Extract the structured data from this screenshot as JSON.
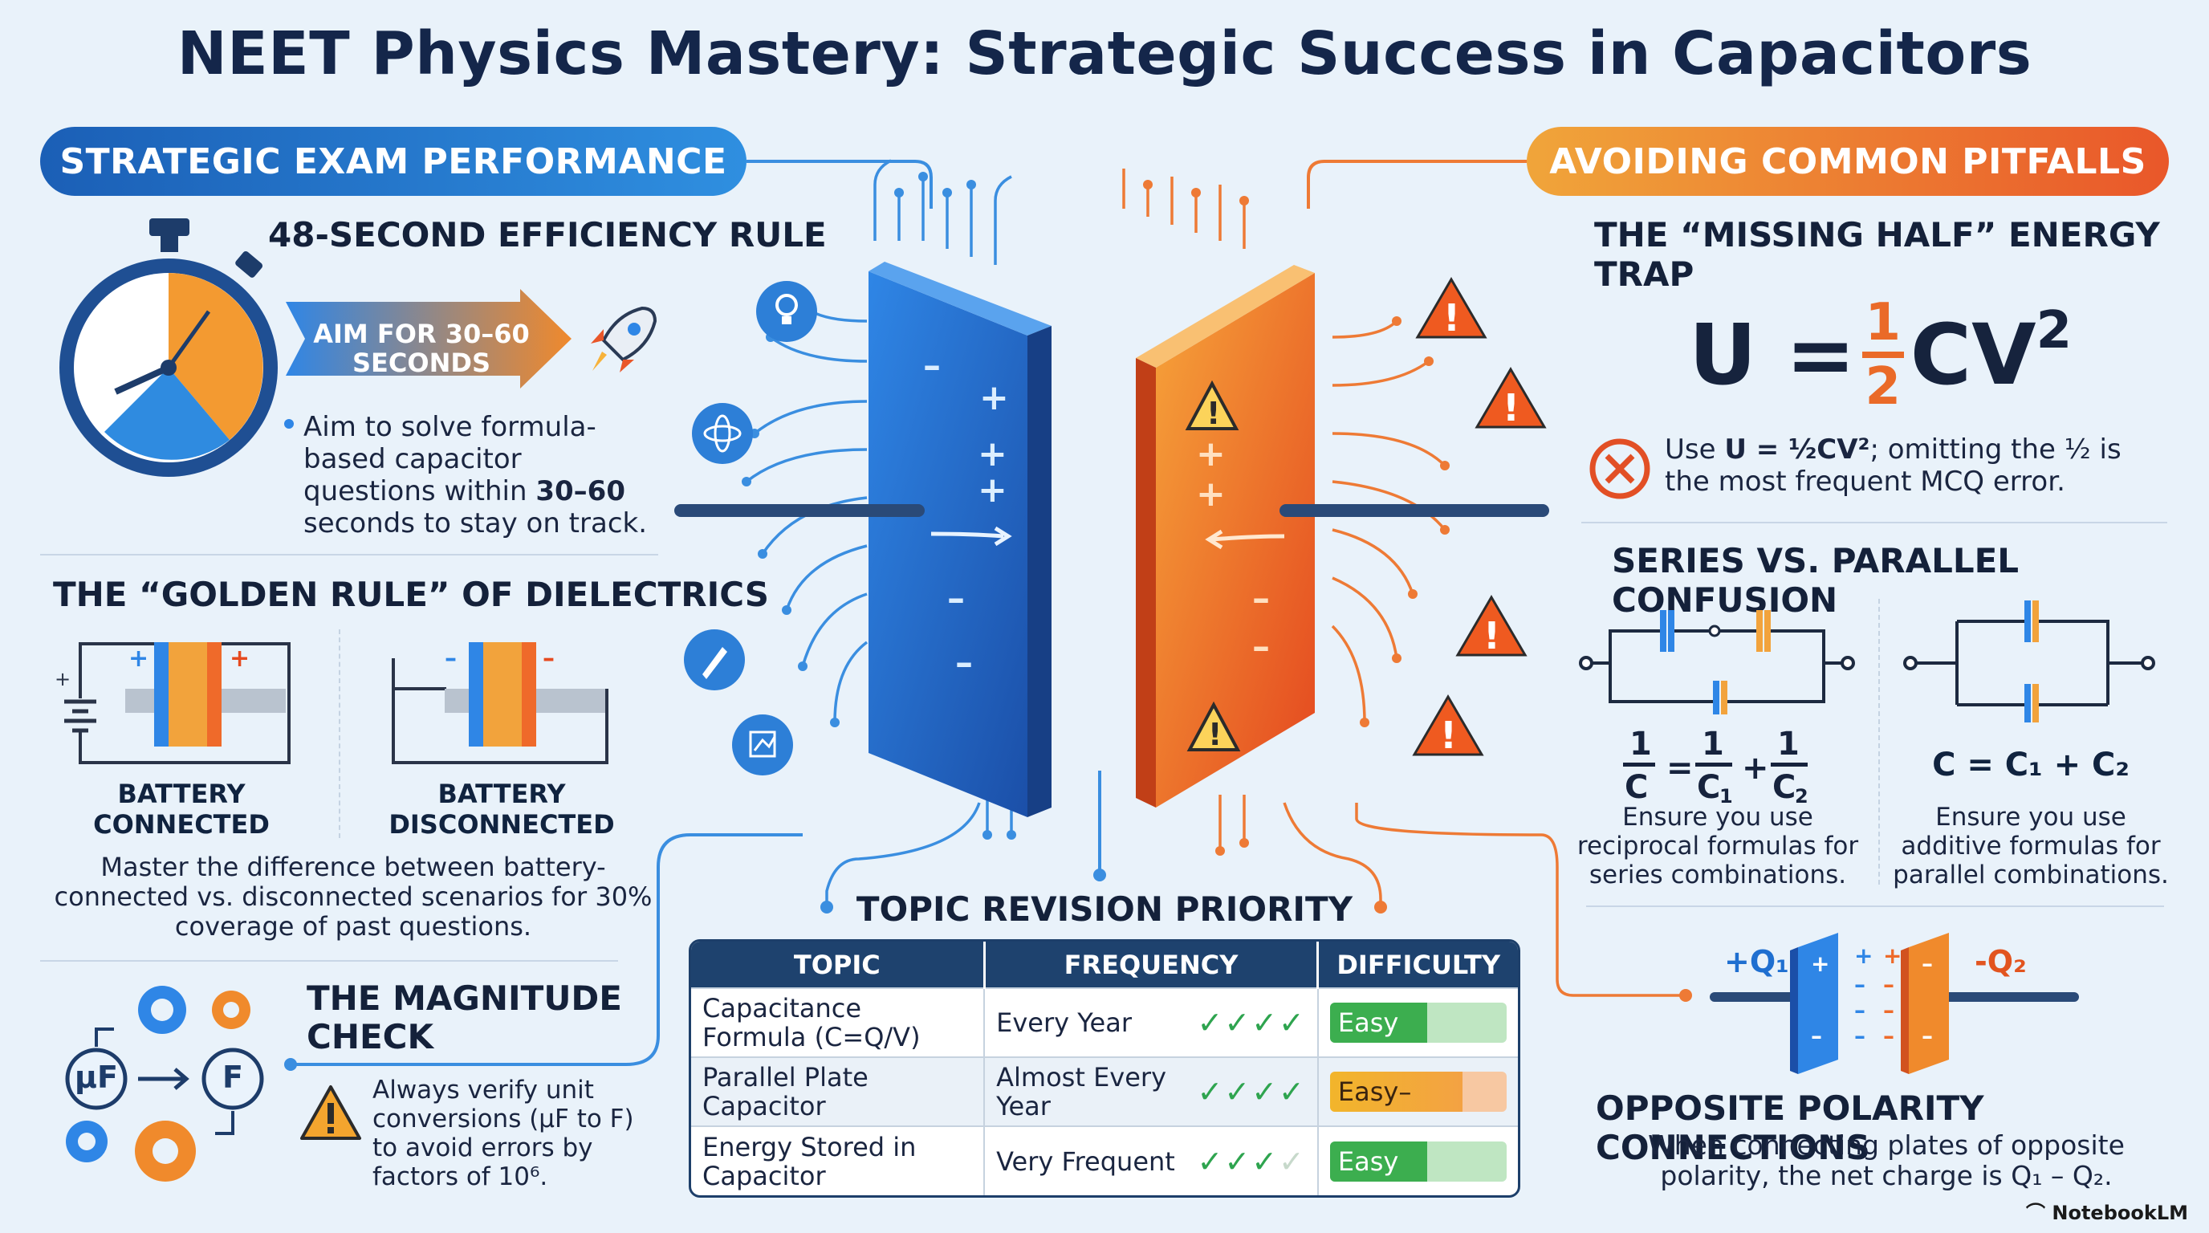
{
  "title": "NEET Physics Mastery: Strategic Success in Capacitors",
  "left_banner": "STRATEGIC EXAM PERFORMANCE",
  "right_banner": "AVOIDING COMMON PITFALLS",
  "efficiency": {
    "heading": "48-SECOND EFFICIENCY RULE",
    "arrow_line1": "AIM FOR 30–60",
    "arrow_line2": "SECONDS",
    "text_a": "Aim to solve formula-based capacitor questions within ",
    "text_bold": "30–60",
    "text_b": " seconds to stay on track."
  },
  "dielectrics": {
    "heading": "THE “GOLDEN RULE” OF DIELECTRICS",
    "connected_line1": "BATTERY",
    "connected_line2": "CONNECTED",
    "disconnected_line1": "BATTERY",
    "disconnected_line2": "DISCONNECTED",
    "text": "Master the difference between battery-connected vs. disconnected scenarios for 30% coverage of past questions."
  },
  "magnitude": {
    "heading_line1": "THE MAGNITUDE",
    "heading_line2": "CHECK",
    "unit_from": "µF",
    "unit_to": "F",
    "text": "Always verify unit conversions (µF to F) to avoid errors by factors of 10⁶."
  },
  "energy_trap": {
    "heading": "THE “MISSING HALF” ENERGY TRAP",
    "formula_u": "U =",
    "formula_num": "1",
    "formula_den": "2",
    "formula_cv": "CV",
    "formula_exp": "2",
    "text_a": "Use ",
    "text_bold": "U = ½CV²",
    "text_b": "; omitting the ½ is the most frequent MCQ error."
  },
  "series_parallel": {
    "heading": "SERIES VS. PARALLEL CONFUSION",
    "series_text": "Ensure you use reciprocal formulas for series combinations.",
    "parallel_text": "Ensure you use additive formulas for parallel combinations.",
    "parallel_formula": "C = C₁ + C₂"
  },
  "polarity": {
    "heading": "OPPOSITE POLARITY CONNECTIONS",
    "plus_label": "+Q₁",
    "minus_label": "-Q₂",
    "text": "When connecting plates of opposite polarity, the net charge is Q₁ – Q₂."
  },
  "table": {
    "heading": "TOPIC REVISION PRIORITY",
    "headers": [
      "TOPIC",
      "FREQUENCY",
      "DIFFICULTY"
    ],
    "rows": [
      {
        "topic": "Capacitance Formula (C=Q/V)",
        "frequency": "Every Year",
        "checks": 4,
        "difficulty": "Easy",
        "level": 0.55
      },
      {
        "topic": "Parallel Plate Capacitor",
        "frequency": "Almost Every Year",
        "checks": 4,
        "difficulty": "Easy–Medium",
        "level": 0.75
      },
      {
        "topic": "Energy Stored in Capacitor",
        "frequency": "Very Frequent",
        "checks": 3,
        "difficulty": "Easy",
        "level": 0.55
      }
    ]
  },
  "brand": "NotebookLM",
  "colors": {
    "blue": "#1f6fd0",
    "orange": "#ee6a2a",
    "navy": "#1e426e",
    "green": "#3cae4f"
  }
}
